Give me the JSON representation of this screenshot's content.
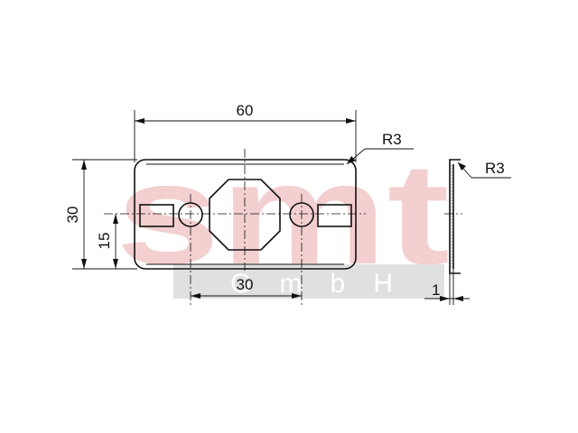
{
  "watermark": {
    "logo_text": "smt",
    "sub_text": "G m b H",
    "logo_color": "#f3cfcf",
    "band_color": "#e0e0e0"
  },
  "dimensions": {
    "overall_width": "60",
    "overall_height": "30",
    "half_height": "15",
    "hole_spacing": "30",
    "corner_radius_front": "R3",
    "corner_radius_side": "R3",
    "thickness": "1"
  }
}
